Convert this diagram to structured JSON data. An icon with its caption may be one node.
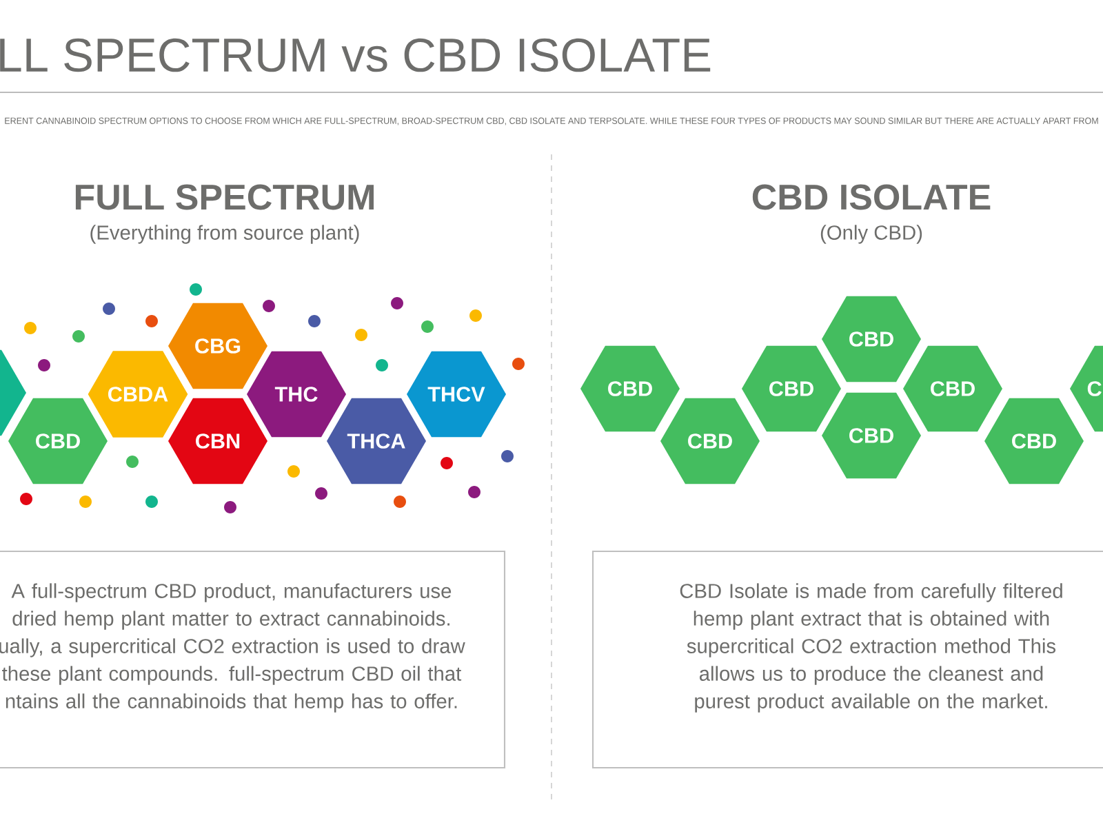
{
  "diagram": {
    "title": "LL SPECTRUM vs CBD ISOLATE",
    "nodes": [
      {
        "text": [],
        "shape": "hexagon"
      },
      {
        "text": [
          "CBD"
        ]
      },
      {
        "text": [
          "CBDA"
        ]
      },
      {
        "text": [
          "CBG"
        ]
      },
      {
        "text": [
          "CBN"
        ]
      },
      {
        "text": [
          "THC"
        ]
      },
      {
        "text": [
          "THCA"
        ]
      },
      {
        "text": [
          "THCV"
        ]
      },
      {
        "text": [
          "A full-spectrum CBD product, manufacturers use dried hemp plant matter to extract cannabinoids. ually, a supercritical CO2 extraction is used to draw these plant compounds. full-spectrum CBD oil that ntains all the cannabinoids that hemp has to offer."
        ]
      },
      {
        "text": [
          "CBD"
        ]
      },
      {
        "text": [
          "CBD"
        ]
      },
      {
        "text": [
          "CBD"
        ]
      },
      {
        "text": [
          "CBD"
        ]
      },
      {
        "text": [
          "CBD"
        ]
      },
      {
        "text": [
          "CBD"
        ]
      },
      {
        "text": [
          "CBD"
        ]
      },
      {
        "text": [
          "C"
        ]
      },
      {
        "text": [
          "CBD Isolate is made from carefully filtered hemp plant extract that is obtained with supercritical CO2 extraction method This allows us to produce the cleanest and purest product available on the market."
        ]
      }
    ],
    "labels": [
      "ERENT CANNABINOID SPECTRUM OPTIONS TO CHOOSE FROM WHICH ARE FULL-SPECTRUM, BROAD-SPECTRUM CBD, CBD ISOLATE AND TERPSOLATE. WHILE THESE FOUR TYPES OF PRODUCTS MAY SOUND SIMILAR BUT THERE ARE ACTUALLY APART FROM",
      "FULL SPECTRUM",
      "(Everything from source plant)",
      "CBD ISOLATE",
      "(Only CBD)"
    ]
  }
}
